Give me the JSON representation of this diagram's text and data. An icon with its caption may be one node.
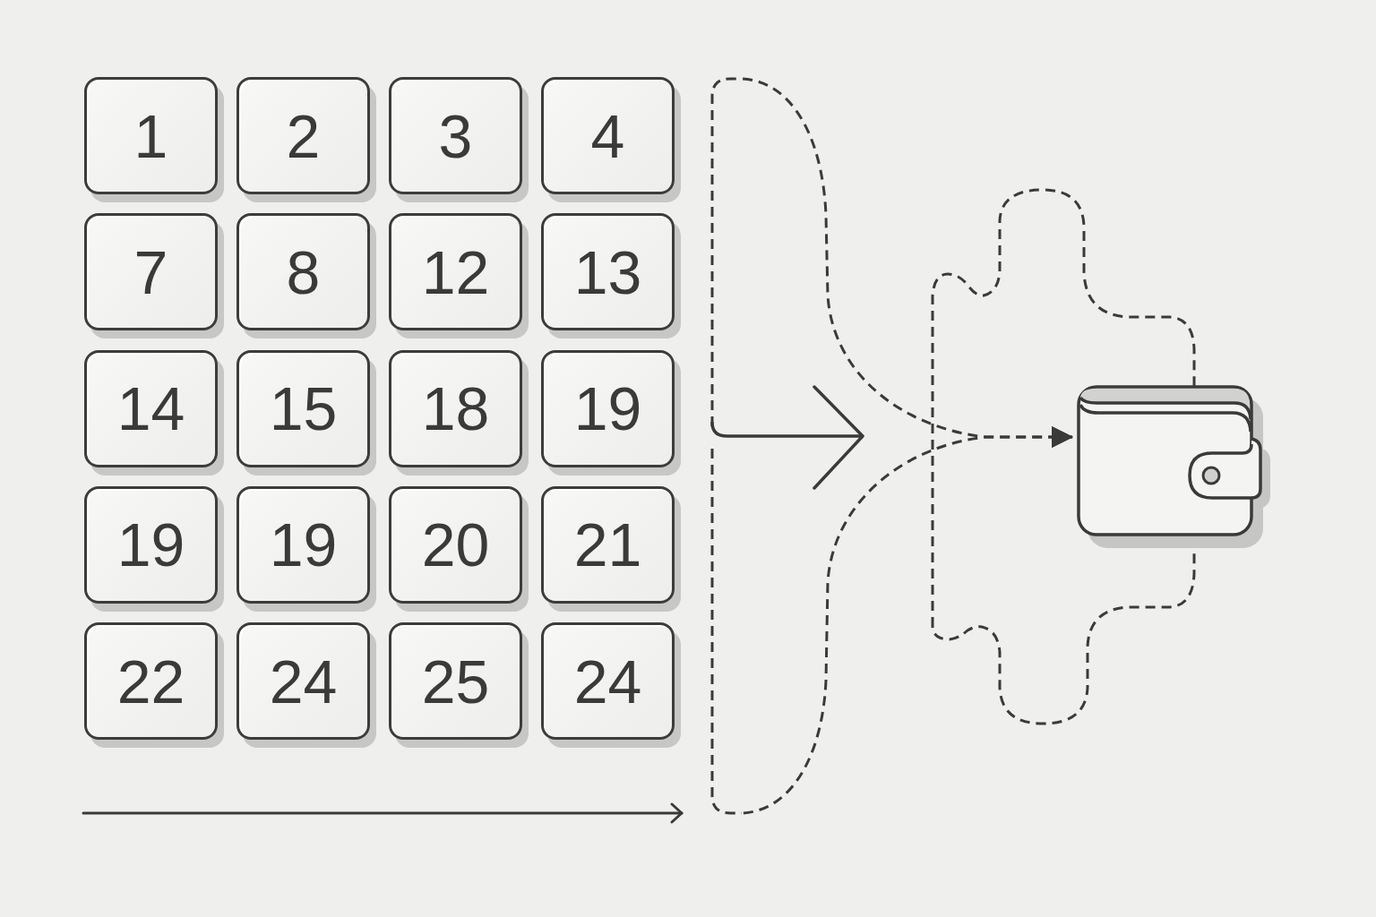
{
  "diagram": {
    "nodes": [
      {
        "text": [
          "1"
        ]
      },
      {
        "text": [
          "2"
        ]
      },
      {
        "text": [
          "3"
        ]
      },
      {
        "text": [
          "4"
        ]
      },
      {
        "text": [
          "7"
        ]
      },
      {
        "text": [
          "8"
        ]
      },
      {
        "text": [
          "12"
        ]
      },
      {
        "text": [
          "13"
        ]
      },
      {
        "text": [
          "14"
        ]
      },
      {
        "text": [
          "15"
        ]
      },
      {
        "text": [
          "18"
        ]
      },
      {
        "text": [
          "19"
        ]
      },
      {
        "text": [
          "19"
        ]
      },
      {
        "text": [
          "19"
        ]
      },
      {
        "text": [
          "20"
        ]
      },
      {
        "text": [
          "21"
        ]
      },
      {
        "text": [
          "22"
        ]
      },
      {
        "text": [
          "24"
        ]
      },
      {
        "text": [
          "25"
        ]
      },
      {
        "text": [
          "24"
        ]
      },
      {
        "text": [],
        "shape": "picture"
      },
      {
        "text": [],
        "shape": "puzzle"
      }
    ],
    "edges": [
      {
        "from": null,
        "to": 20,
        "arrow": "to",
        "style": "dashed"
      },
      {
        "from": null,
        "to": 20,
        "arrow": "to",
        "style": "dashed"
      }
    ]
  }
}
